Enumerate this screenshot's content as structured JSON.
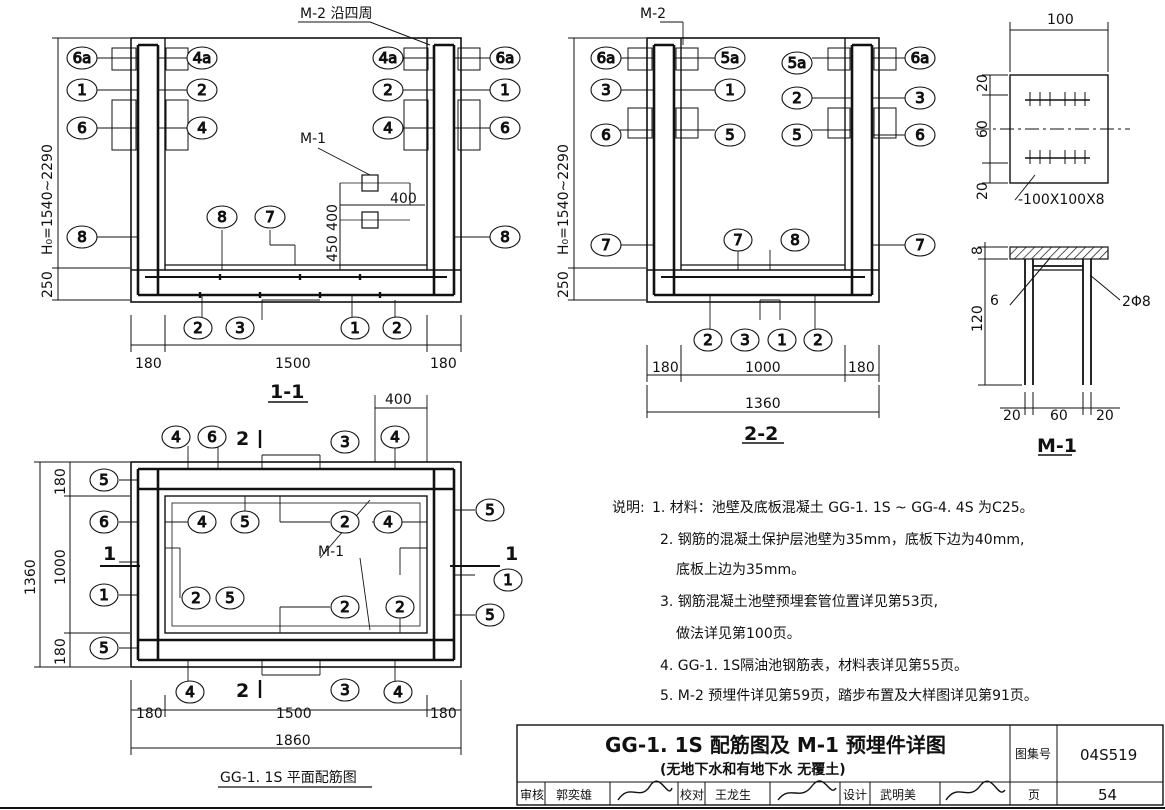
{
  "labels": {
    "m2_top_left": "M-2 沿四周",
    "m2_top_right": "M-2",
    "m1": "M-1",
    "m1_plan": "M-1",
    "h0": "H₀=1540~2290",
    "d250": "250",
    "d400": "400",
    "d450_400": "450 400",
    "d180": "180",
    "d1500": "1500",
    "d1000": "1000",
    "d1360": "1360",
    "d1860": "1860",
    "d100": "100",
    "d20": "20",
    "d60": "60",
    "d120": "120",
    "d8": "8",
    "plate": "-100X100X8",
    "bar6": "6",
    "bar2phi8": "2Φ8",
    "sec_1_1": "1-1",
    "sec_2_2": "2-2",
    "sec_m1": "M-1",
    "plan_title": "GG-1. 1S 平面配筋图",
    "cut1": "1",
    "cut2": "2",
    "b1": "1",
    "b2": "2",
    "b3": "3",
    "b4": "4",
    "b5": "5",
    "b6": "6",
    "b7": "7",
    "b8": "8",
    "b4a": "4a",
    "b5a": "5a",
    "b6a": "6a"
  },
  "notes": {
    "title": "说明:",
    "n1": "1. 材料：池壁及底板混凝土 GG-1. 1S ~ GG-4. 4S 为C25。",
    "n2a": "2. 钢筋的混凝土保护层池壁为35mm，底板下边为40mm,",
    "n2b": "底板上边为35mm。",
    "n3a": "3. 钢筋混凝土池壁预埋套管位置详见第53页,",
    "n3b": "做法详见第100页。",
    "n4": "4. GG-1. 1S隔油池钢筋表，材料表详见第55页。",
    "n5": "5. M-2 预埋件详见第59页，踏步布置及大样图详见第91页。"
  },
  "title_block": {
    "title": "GG-1. 1S 配筋图及 M-1 预埋件详图",
    "subtitle": "(无地下水和有地下水  无覆土)",
    "atlas_label": "图集号",
    "atlas_no": "04S519",
    "page_label": "页",
    "page_no": "54",
    "review_label": "审核",
    "reviewer": "郭奕雄",
    "check_label": "校对",
    "checker": "王龙生",
    "design_label": "设计",
    "designer": "武明美"
  }
}
